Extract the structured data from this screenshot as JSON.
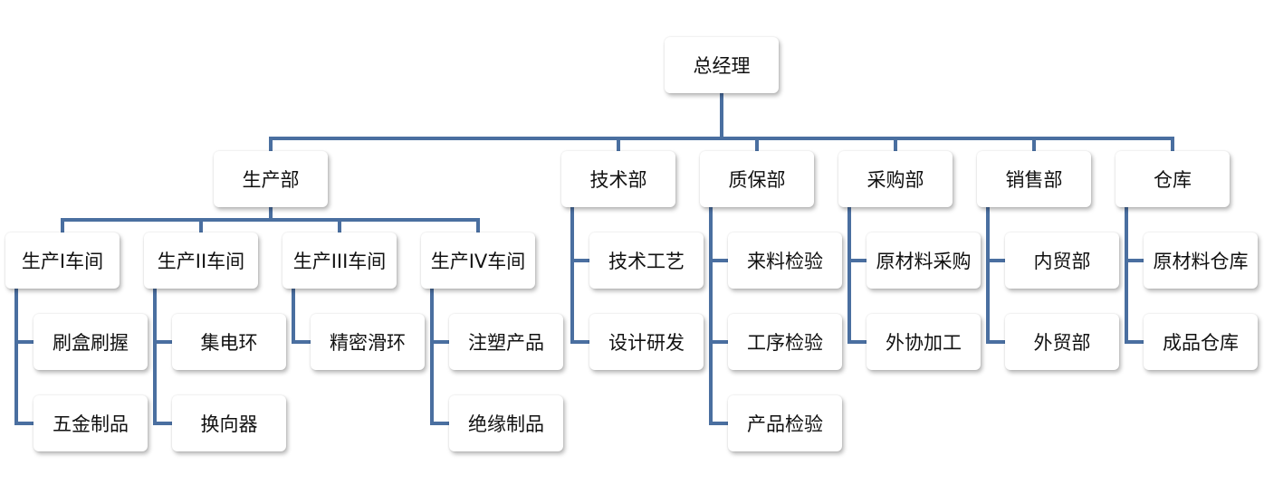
{
  "org_chart": {
    "root": "总经理",
    "departments": [
      {
        "name": "生产部",
        "workshops": [
          {
            "name": "生产I车间",
            "items": [
              "刷盒刷握",
              "五金制品"
            ]
          },
          {
            "name": "生产II车间",
            "items": [
              "集电环",
              "换向器"
            ]
          },
          {
            "name": "生产III车间",
            "items": [
              "精密滑环"
            ]
          },
          {
            "name": "生产IV车间",
            "items": [
              "注塑产品",
              "绝缘制品"
            ]
          }
        ]
      },
      {
        "name": "技术部",
        "items": [
          "技术工艺",
          "设计研发"
        ]
      },
      {
        "name": "质保部",
        "items": [
          "来料检验",
          "工序检验",
          "产品检验"
        ]
      },
      {
        "name": "采购部",
        "items": [
          "原材料采购",
          "外协加工"
        ]
      },
      {
        "name": "销售部",
        "items": [
          "内贸部",
          "外贸部"
        ]
      },
      {
        "name": "仓库",
        "items": [
          "原材料仓库",
          "成品仓库"
        ]
      }
    ]
  },
  "colors": {
    "connector": "#4a6fa0",
    "box_fill": "#ffffff",
    "text": "#111111"
  }
}
